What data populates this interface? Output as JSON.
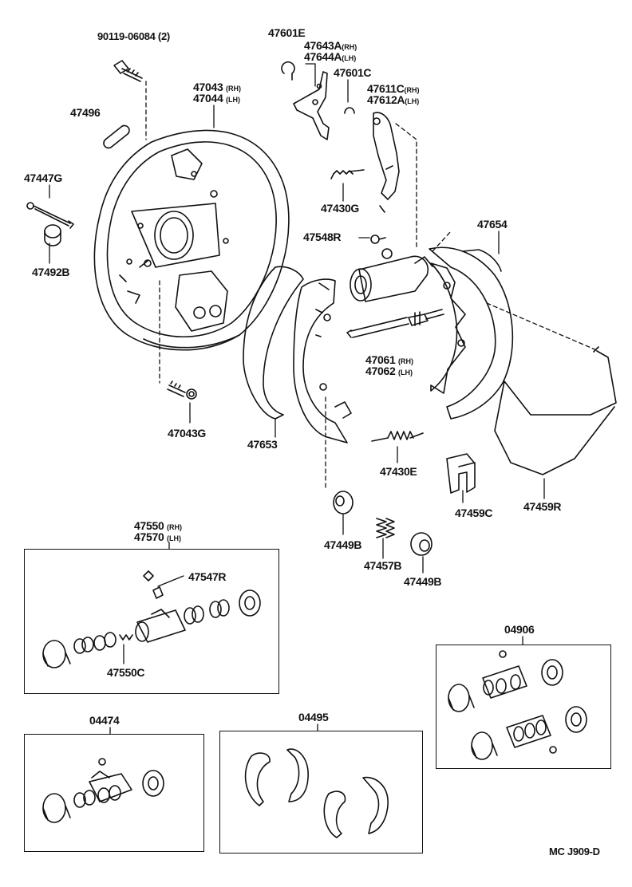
{
  "diagram": {
    "footer_code": "MC J909-D",
    "labels": {
      "l90119": "90119-06084 (2)",
      "l47496": "47496",
      "l47447G": "47447G",
      "l47492B": "47492B",
      "l47043": "47043",
      "l47043_sfx": "(RH)",
      "l47044": "47044",
      "l47044_sfx": "(LH)",
      "l47601E": "47601E",
      "l47643A": "47643A",
      "l47643A_sfx": "(RH)",
      "l47644A": "47644A",
      "l47644A_sfx": "(LH)",
      "l47601C": "47601C",
      "l47611C": "47611C",
      "l47611C_sfx": "(RH)",
      "l47612A": "47612A",
      "l47612A_sfx": "(LH)",
      "l47430G": "47430G",
      "l47548R": "47548R",
      "l47654": "47654",
      "l47061": "47061",
      "l47061_sfx": "(RH)",
      "l47062": "47062",
      "l47062_sfx": "(LH)",
      "l47043G": "47043G",
      "l47653": "47653",
      "l47430E": "47430E",
      "l47459C": "47459C",
      "l47459R": "47459R",
      "l47449B_a": "47449B",
      "l47457B": "47457B",
      "l47449B_b": "47449B",
      "l47550": "47550",
      "l47550_sfx": "(RH)",
      "l47570": "47570",
      "l47570_sfx": "(LH)",
      "l47547R": "47547R",
      "l47550C": "47550C",
      "l04906": "04906",
      "l04474": "04474",
      "l04495": "04495"
    }
  }
}
